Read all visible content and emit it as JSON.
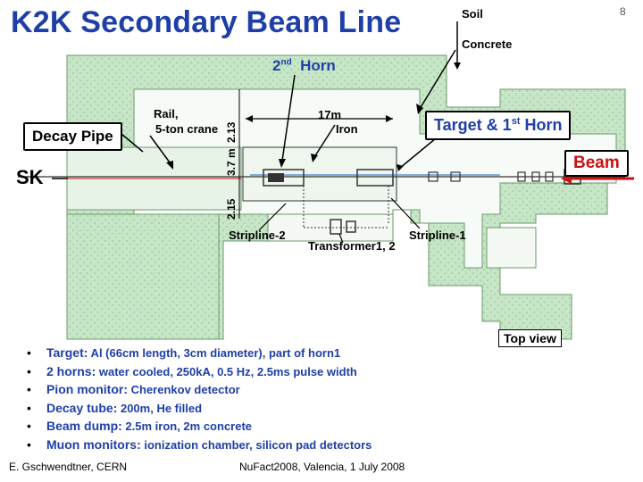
{
  "slide": {
    "title": "K2K Secondary Beam Line",
    "number": "8"
  },
  "diagram": {
    "soil": "Soil",
    "concrete": "Concrete",
    "second_horn": "2",
    "second_horn_sup": "nd",
    "second_horn_word": "Horn",
    "decay_pipe": "Decay Pipe",
    "rail": "Rail,",
    "rail2": "5-ton crane",
    "dim_213_top": "2.13",
    "dim_37": "3.7 m",
    "dim_215": "2.15",
    "iron_len": "17m",
    "iron": "Iron",
    "target_horn": "Target & 1",
    "target_horn_sup": "st",
    "target_horn_word": "Horn",
    "beam": "Beam",
    "sk": "SK",
    "stripline2": "Stripline-2",
    "transformer": "Transformer1, 2",
    "stripline1": "Stripline-1",
    "top_view": "Top view",
    "colors": {
      "wall": "#bfe0bf",
      "wall_dark": "#9bc89b",
      "beam_red": "#cc1111",
      "title_blue": "#1f3fa8"
    }
  },
  "bullets": [
    {
      "key": "Target:",
      "value": " Al (66cm length, 3cm diameter), part of horn1"
    },
    {
      "key": "2 horns:",
      "value": " water cooled, 250kA, 0.5 Hz, 2.5ms pulse width"
    },
    {
      "key": "Pion monitor:",
      "value": " Cherenkov detector"
    },
    {
      "key": "Decay tube:",
      "value": " 200m, He filled"
    },
    {
      "key": "Beam dump:",
      "value": " 2.5m iron, 2m concrete"
    },
    {
      "key": "Muon monitors:",
      "value": " ionization chamber, silicon pad detectors"
    }
  ],
  "footer": {
    "author": "E. Gschwendtner, CERN",
    "event": "NuFact2008, Valencia, 1 July 2008"
  }
}
